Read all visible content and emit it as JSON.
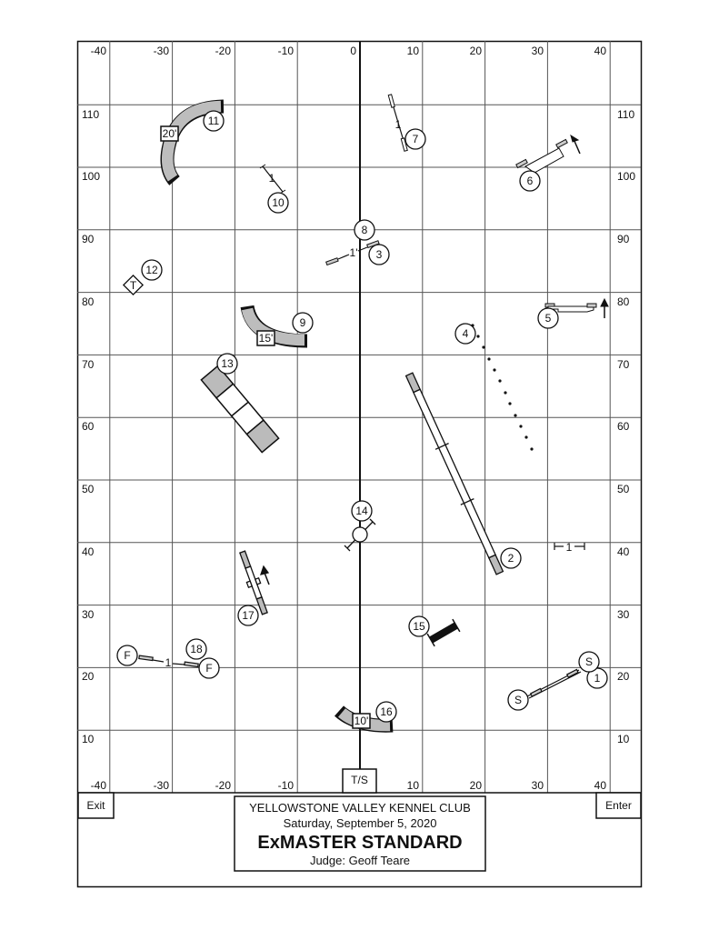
{
  "axes": {
    "x_labels": [
      "-40",
      "-30",
      "-20",
      "-10",
      "0",
      "10",
      "20",
      "30",
      "40"
    ],
    "x_labels_bottom": [
      "-40",
      "-30",
      "-20",
      "-10",
      "10",
      "20",
      "30",
      "40"
    ],
    "y_labels": [
      "110",
      "100",
      "90",
      "80",
      "70",
      "60",
      "50",
      "40",
      "30",
      "20",
      "10"
    ]
  },
  "obstacles": {
    "numbers": [
      "1",
      "2",
      "3",
      "4",
      "5",
      "6",
      "7",
      "8",
      "9",
      "10",
      "11",
      "12",
      "13",
      "14",
      "15",
      "16",
      "17",
      "18"
    ],
    "tunnel_lengths": {
      "t11": "20'",
      "t9": "15'",
      "t16": "10'"
    },
    "spacing_label": "1",
    "spacing_label_3": "1'",
    "start": "S",
    "finish": "F",
    "table": "T"
  },
  "markers": {
    "ts": "T/S",
    "exit": "Exit",
    "enter": "Enter"
  },
  "info": {
    "club": "YELLOWSTONE VALLEY KENNEL CLUB",
    "date": "Saturday, September 5,  2020",
    "class": "ExMASTER STANDARD",
    "judge": "Judge: Geoff Teare"
  }
}
